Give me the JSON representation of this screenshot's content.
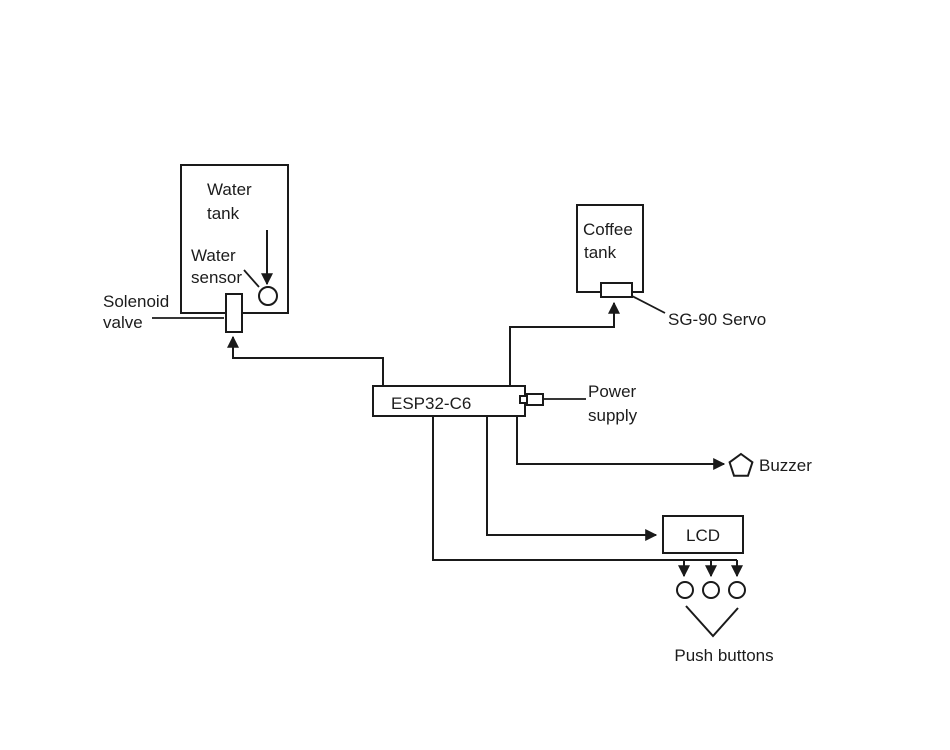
{
  "page": {
    "background_color": "#ffffff"
  },
  "diagram": {
    "type": "wiring-block-diagram",
    "subject": "ESP32-C6 coffee machine system",
    "colors": {
      "line": "#1a1a1a",
      "text": "#1c1c1c",
      "shape_fill": "#ffffff"
    },
    "nodes": {
      "water_tank": {
        "line1": "Water",
        "line2": "tank"
      },
      "water_sensor": {
        "line1": "Water",
        "line2": "sensor"
      },
      "solenoid_valve": {
        "line1": "Solenoid",
        "line2": "valve"
      },
      "coffee_tank": {
        "line1": "Coffee",
        "line2": "tank"
      },
      "servo": {
        "label": "SG-90 Servo"
      },
      "controller": {
        "label": "ESP32-C6"
      },
      "power_supply": {
        "line1": "Power",
        "line2": "supply"
      },
      "buzzer": {
        "label": "Buzzer"
      },
      "lcd": {
        "label": "LCD"
      },
      "push_buttons": {
        "label": "Push buttons",
        "count": 3
      }
    },
    "edges": [
      {
        "from": "ESP32-C6",
        "to": "Solenoid valve",
        "style": "arrow"
      },
      {
        "from": "ESP32-C6",
        "to": "SG-90 Servo",
        "style": "arrow"
      },
      {
        "from": "Power supply",
        "to": "ESP32-C6",
        "style": "plain"
      },
      {
        "from": "ESP32-C6",
        "to": "Buzzer",
        "style": "arrow"
      },
      {
        "from": "ESP32-C6",
        "to": "LCD",
        "style": "arrow"
      },
      {
        "from": "ESP32-C6",
        "to": "Push buttons",
        "style": "arrow-x3"
      },
      {
        "from": "Water tank",
        "to": "Water sensor",
        "style": "arrow"
      }
    ]
  }
}
